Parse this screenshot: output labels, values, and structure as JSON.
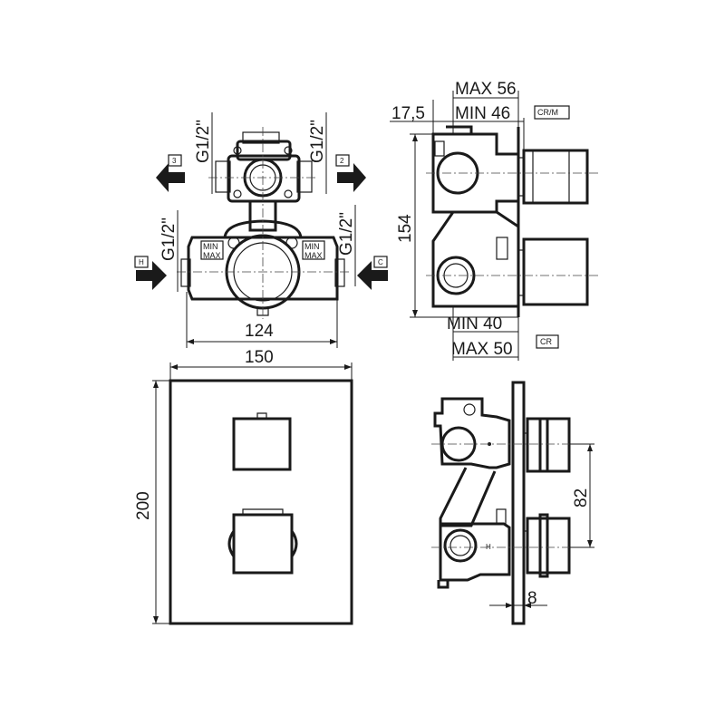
{
  "top_view": {
    "outlet_3_label": "3",
    "outlet_2_label": "2",
    "inlet_hot_label": "H",
    "inlet_cold_label": "C",
    "thread_top_left": "G1/2\"",
    "thread_top_right": "G1/2\"",
    "thread_bottom_left": "G1/2\"",
    "thread_bottom_right": "G1/2\"",
    "width_dim": "124",
    "min_mark_left": "MIN",
    "max_mark_left": "MAX",
    "min_mark_right": "MIN",
    "max_mark_right": "MAX"
  },
  "side_view_top": {
    "max_depth": "MAX 56",
    "min_depth": "MIN 46",
    "offset": "17,5",
    "height": "154",
    "min_depth_bottom": "MIN 40",
    "max_depth_bottom": "MAX 50",
    "tag_crm": "CR/M",
    "tag_cr": "CR"
  },
  "front_view": {
    "width": "150",
    "height": "200"
  },
  "side_view_bottom": {
    "spacing": "82",
    "plate": "8"
  },
  "colors": {
    "line": "#1a1a1a",
    "background": "#ffffff"
  }
}
